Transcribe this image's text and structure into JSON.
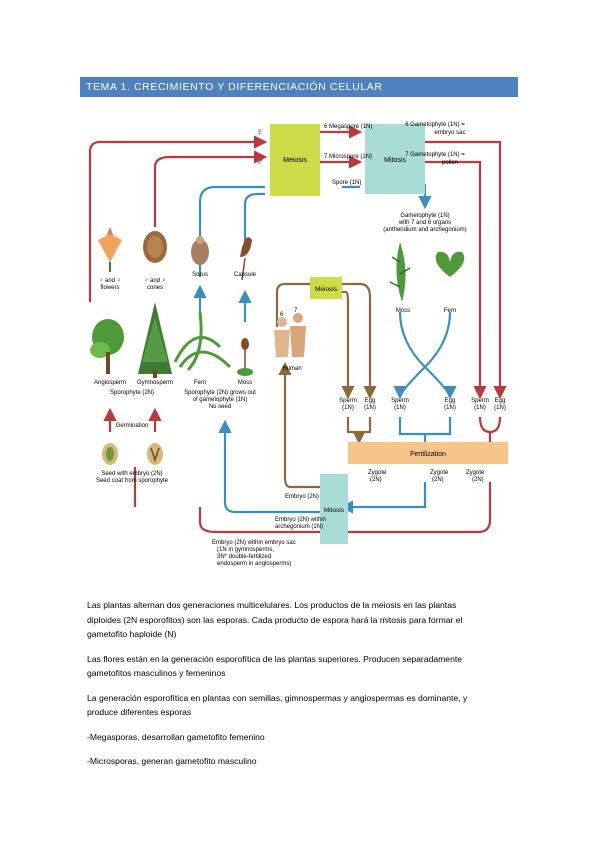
{
  "header": {
    "title": "TEMA 1. CRECIMIENTO Y DIFERENCIACIÓN CELULAR"
  },
  "figure": {
    "female_symbol": "♀",
    "male_symbol": "♂",
    "meiosis": "Meiosis",
    "mitosis": "Mitosis",
    "megaspore": "6 Megaspore (1N)",
    "microspore": "7 Microspore (1N)",
    "spore": "Spore (1N)",
    "gametophyte_6_l1": "6 Gametophyte (1N) =",
    "gametophyte_6_l2": "embryo sac",
    "gametophyte_7_l1": "7 Gametophyte (1N) =",
    "gametophyte_7_l2": "pollen",
    "gametophyte_moss_l1": "Gametophyte (1N)",
    "gametophyte_moss_l2": "with 7 and 6 organs",
    "gametophyte_moss_l3": "(antheridium and archegonium)",
    "flowers_l1": "♂ and ♀",
    "flowers_l2": "flowers",
    "cones_l1": "♂ and ♀",
    "cones_l2": "cones",
    "sorus": "Sorus",
    "capsule": "Capsule",
    "angiosperm": "Angiosperm",
    "gymnosperm": "Gymnosperm",
    "sporophyte": "Sporophyte (2N)",
    "fern": "Fern",
    "moss": "Moss",
    "fern_sporophyte_l1": "Sporophyte (2N) grows out",
    "fern_sporophyte_l2": "of gametophyte (1N)",
    "fern_sporophyte_l3": "No seed",
    "human": "Human",
    "human_6": "6",
    "human_7": "7",
    "moss_small": "Moss",
    "fern_small": "Fern",
    "germination": "Germination",
    "seed_l1": "Seed with embryo (2N)",
    "seed_l2": "Seed coat from sporophyte",
    "sperm": "Sperm",
    "egg": "Egg",
    "one_n": "(1N)",
    "fertilization": "Fertilization",
    "zygote": "Zygote",
    "two_n": "(2N)",
    "embryo_2n": "Embryo (2N)",
    "embryo_arch_l1": "Embryo (2N) within",
    "embryo_arch_l2": "archegonium (1N)",
    "embryo_sac_l1": "Embryo (2N) within embryo sac",
    "embryo_sac_l2": "(1N in gymnosperms,",
    "embryo_sac_l3": "3N* double-fertilized",
    "embryo_sac_l4": "endosperm in angiosperms)",
    "colors": {
      "red": "#b83a3f",
      "blue": "#3a8fc0",
      "brown": "#8a6a3c",
      "meiosis_box": "#cfdc4a",
      "mitosis_box": "#a9dcd6",
      "fert_box": "#f7c48b"
    }
  },
  "body": {
    "p1_l1": "Las plantas alternan dos generaciones multicelulares. Los productos de la meiosis en las plantas",
    "p1_l2": "diploides (2N esporofitos) son las esporas. Cada producto de espora hará la mitosis para formar el",
    "p1_l3": "gametofito haploide (N)",
    "p2_l1": "Las flores están en la generación esporofítica de las plantas superiores. Producen separadamente",
    "p2_l2": "gametofitos masculinos y femeninos",
    "p3_l1": "La generación esporofítica en plantas con semillas, gimnospermas y angiospermas es dominante, y",
    "p3_l2": "produce diferentes esporas",
    "p4": "-Megasporas, desarrollan gametofito femenino",
    "p5": "-Microsporas, generan gametofito masculino"
  }
}
